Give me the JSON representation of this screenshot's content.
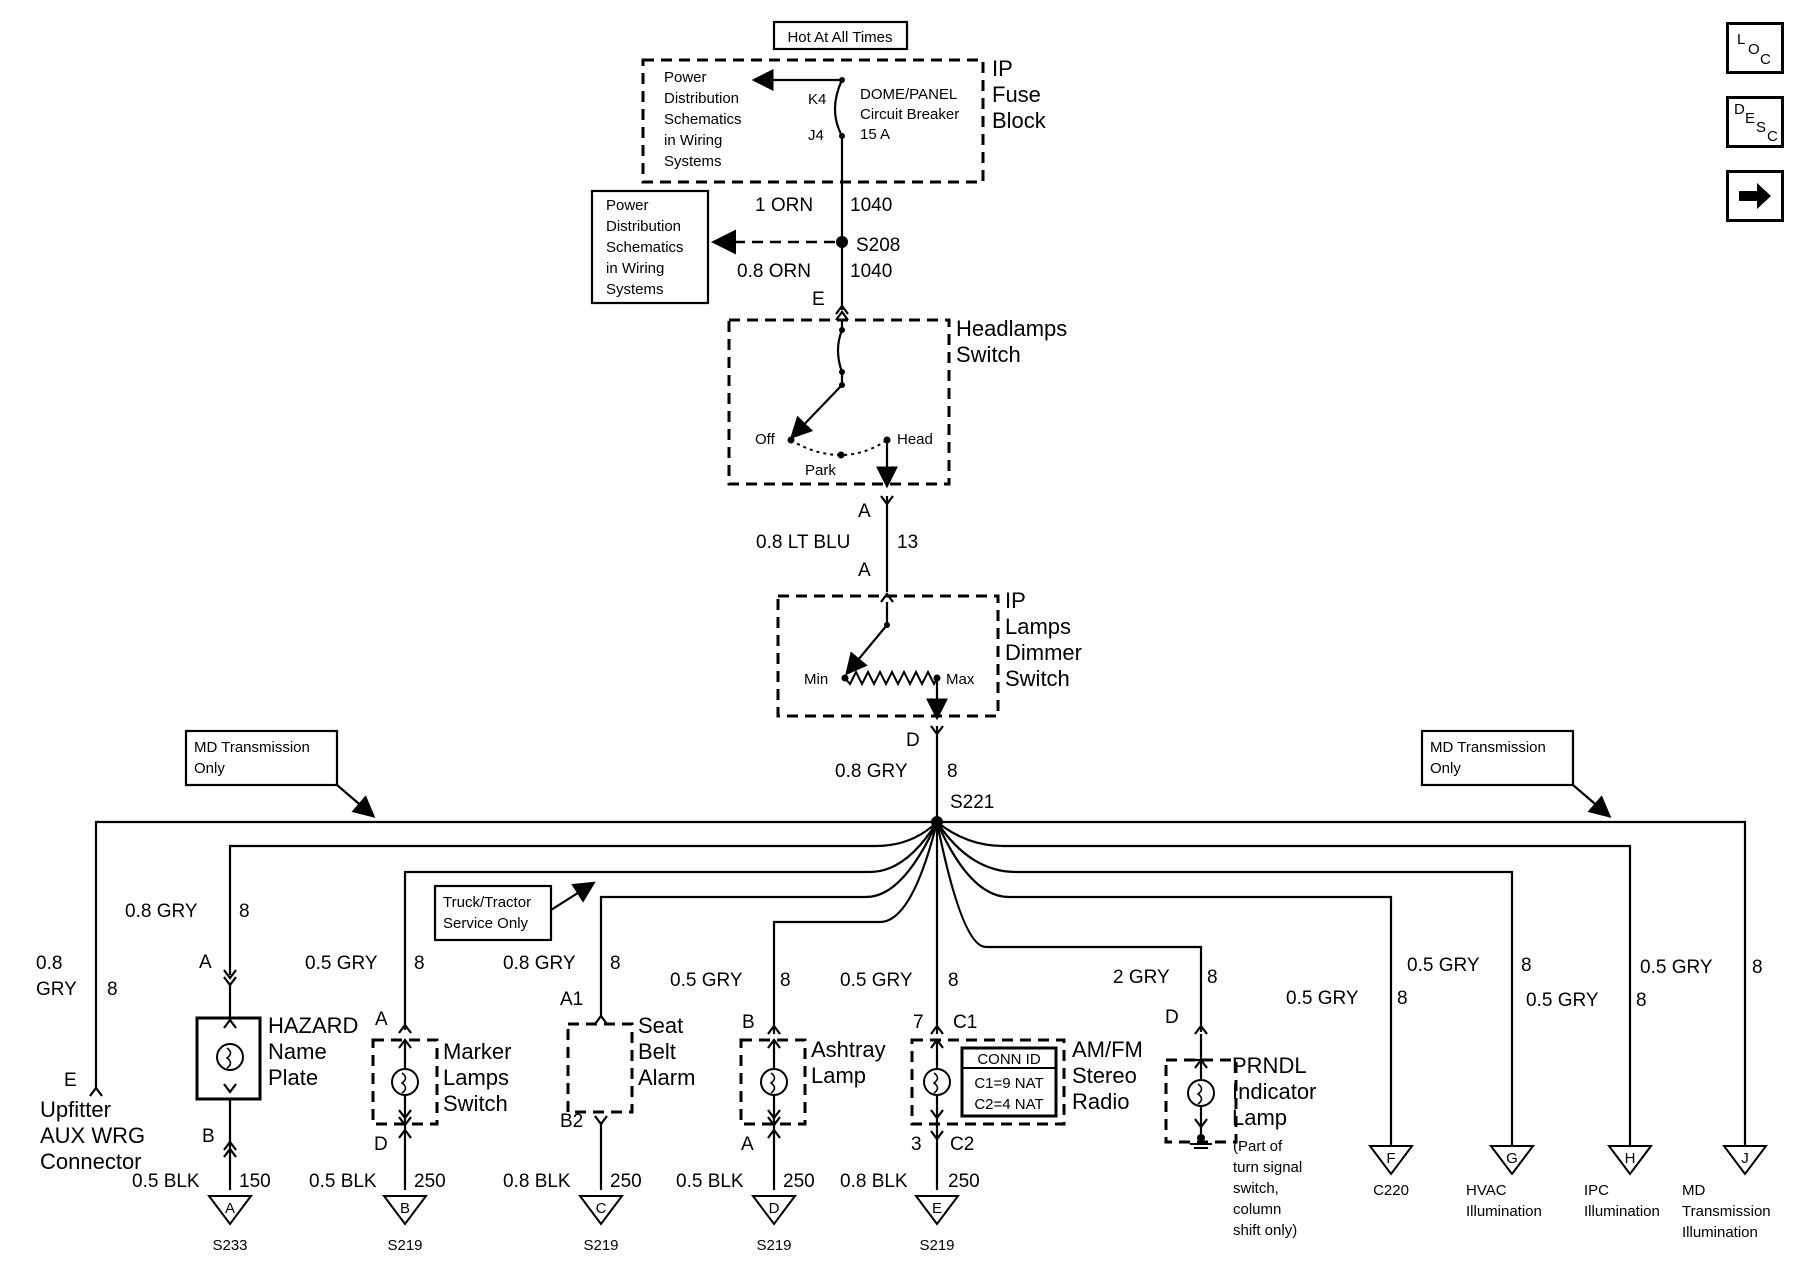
{
  "fuse_block": {
    "label_box": "Hot At All Times",
    "ref_lines": [
      "Power",
      "Distribution",
      "Schematics",
      "in Wiring",
      "Systems"
    ],
    "pin_top": "K4",
    "pin_bottom": "J4",
    "breaker_lines": [
      "DOME/PANEL",
      "Circuit Breaker",
      "15 A"
    ],
    "name_lines": [
      "IP",
      "Fuse",
      "Block"
    ]
  },
  "wire_1040_top": {
    "size_color": "1 ORN",
    "circuit": "1040"
  },
  "splice_s208": "S208",
  "ref_box_2": [
    "Power",
    "Distribution",
    "Schematics",
    "in Wiring",
    "Systems"
  ],
  "wire_1040_bottom": {
    "size_color": "0.8 ORN",
    "circuit": "1040"
  },
  "headlamp_switch": {
    "pin_in": "E",
    "name_lines": [
      "Headlamps",
      "Switch"
    ],
    "pos_off": "Off",
    "pos_park": "Park",
    "pos_head": "Head",
    "pin_out": "A"
  },
  "wire_13": {
    "size_color": "0.8 LT BLU",
    "circuit": "13"
  },
  "dimmer_switch": {
    "pin_in": "A",
    "name_lines": [
      "IP",
      "Lamps",
      "Dimmer",
      "Switch"
    ],
    "pos_min": "Min",
    "pos_max": "Max",
    "pin_out": "D"
  },
  "wire_8_main": {
    "size_color": "0.8 GRY",
    "circuit": "8"
  },
  "splice_s221": "S221",
  "note_md_left": [
    "MD Transmission",
    "Only"
  ],
  "note_md_right": [
    "MD Transmission",
    "Only"
  ],
  "note_truck": [
    "Truck/Tractor",
    "Service Only"
  ],
  "upfitter": {
    "wire_size": "0.8",
    "wire_color": "GRY",
    "circuit": "8",
    "pin": "E",
    "name_lines": [
      "Upfitter",
      "AUX WRG",
      "Connector"
    ]
  },
  "hazard_plate": {
    "wire_in": "0.8 GRY",
    "circuit_in": "8",
    "pin_in": "A",
    "name_lines": [
      "HAZARD",
      "Name",
      "Plate"
    ],
    "pin_out": "B",
    "wire_out": "0.5 BLK",
    "circuit_out": "150",
    "ground_letter": "A",
    "ground_ref": "S233"
  },
  "marker_switch": {
    "wire_in": "0.5 GRY",
    "circuit_in": "8",
    "pin_in": "A",
    "name_lines": [
      "Marker",
      "Lamps",
      "Switch"
    ],
    "pin_out": "D",
    "wire_out": "0.5 BLK",
    "circuit_out": "250",
    "ground_letter": "B",
    "ground_ref": "S219"
  },
  "seat_belt": {
    "wire_in": "0.8 GRY",
    "circuit_in": "8",
    "pin_in": "A1",
    "name_lines": [
      "Seat",
      "Belt",
      "Alarm"
    ],
    "pin_out": "B2",
    "wire_out": "0.8 BLK",
    "circuit_out": "250",
    "ground_letter": "C",
    "ground_ref": "S219"
  },
  "ashtray": {
    "wire_in": "0.5 GRY",
    "circuit_in": "8",
    "pin_in": "B",
    "name_lines": [
      "Ashtray",
      "Lamp"
    ],
    "pin_out": "A",
    "wire_out": "0.5 BLK",
    "circuit_out": "250",
    "ground_letter": "D",
    "ground_ref": "S219"
  },
  "radio": {
    "wire_in": "0.5 GRY",
    "circuit_in": "8",
    "pin_in": "7",
    "conn_in": "C1",
    "conn_id_title": "CONN ID",
    "conn_id_c1": "C1=9 NAT",
    "conn_id_c2": "C2=4 NAT",
    "name_lines": [
      "AM/FM",
      "Stereo",
      "Radio"
    ],
    "pin_out": "3",
    "conn_out": "C2",
    "wire_out": "0.8 BLK",
    "circuit_out": "250",
    "ground_letter": "E",
    "ground_ref": "S219"
  },
  "prndl": {
    "wire_in": "2 GRY",
    "circuit_in": "8",
    "pin_in": "D",
    "name_lines": [
      "PRNDL",
      "Indicator",
      "Lamp"
    ],
    "note_lines": [
      "(Part of",
      "turn signal",
      "switch,",
      "column",
      "shift only)"
    ]
  },
  "branch_f": {
    "wire": "0.5 GRY",
    "circuit": "8",
    "letter": "F",
    "dest_lines": [
      "C220"
    ]
  },
  "branch_g": {
    "wire": "0.5 GRY",
    "circuit": "8",
    "letter": "G",
    "dest_lines": [
      "HVAC",
      "Illumination"
    ]
  },
  "branch_h": {
    "wire": "0.5 GRY",
    "circuit": "8",
    "letter": "H",
    "dest_lines": [
      "IPC",
      "Illumination"
    ]
  },
  "branch_j": {
    "wire": "0.5 GRY",
    "circuit": "8",
    "letter": "J",
    "dest_lines": [
      "MD",
      "Transmission",
      "Illumination"
    ]
  },
  "nav": {
    "loc_main": "L",
    "loc_sub1": "O",
    "loc_sub2": "C",
    "desc_main": "D",
    "desc_sub1": "E",
    "desc_sub2": "S",
    "desc_sub3": "C",
    "next_icon": "arrow-right-icon"
  }
}
